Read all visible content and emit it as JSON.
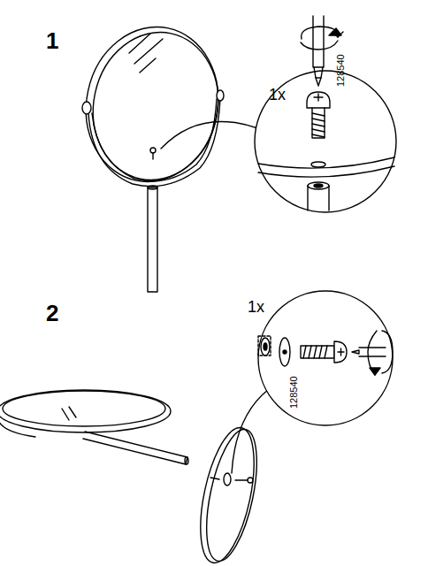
{
  "diagram": {
    "labels": [
      "1",
      "1x",
      "128540",
      "2",
      "1x",
      "128540"
    ]
  }
}
